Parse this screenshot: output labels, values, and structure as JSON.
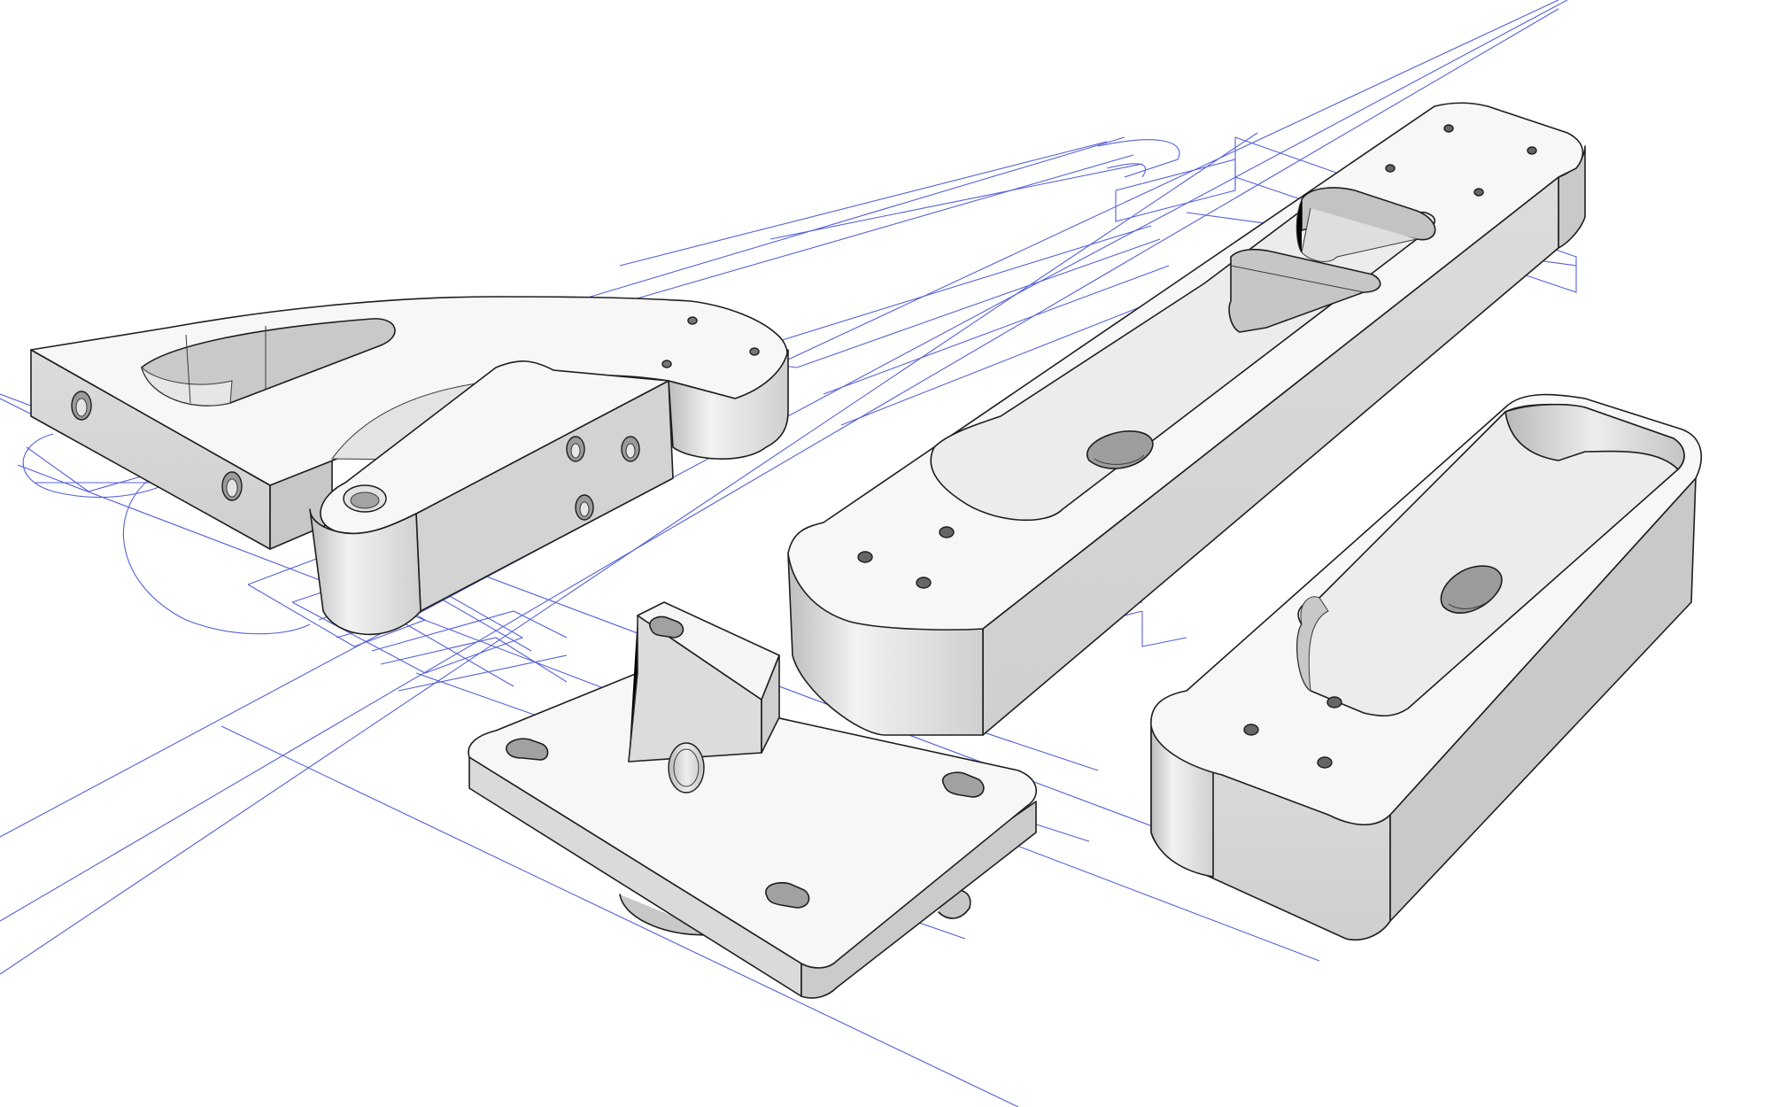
{
  "colors": {
    "background": "#ffffff",
    "sketch_lines": "#5561d6",
    "face_top": "#f7f7f7",
    "face_front": "#d9d9d9",
    "face_side": "#c9c9c9",
    "face_shadow": "#b5b5b5",
    "hole_dark": "#9a9a9a",
    "edges": "#1e1e1e"
  },
  "parts": [
    {
      "name": "triangular-bracket"
    },
    {
      "name": "rounded-block"
    },
    {
      "name": "long-slotted-bar"
    },
    {
      "name": "mounting-plate"
    },
    {
      "name": "slotted-pocket-block"
    }
  ]
}
